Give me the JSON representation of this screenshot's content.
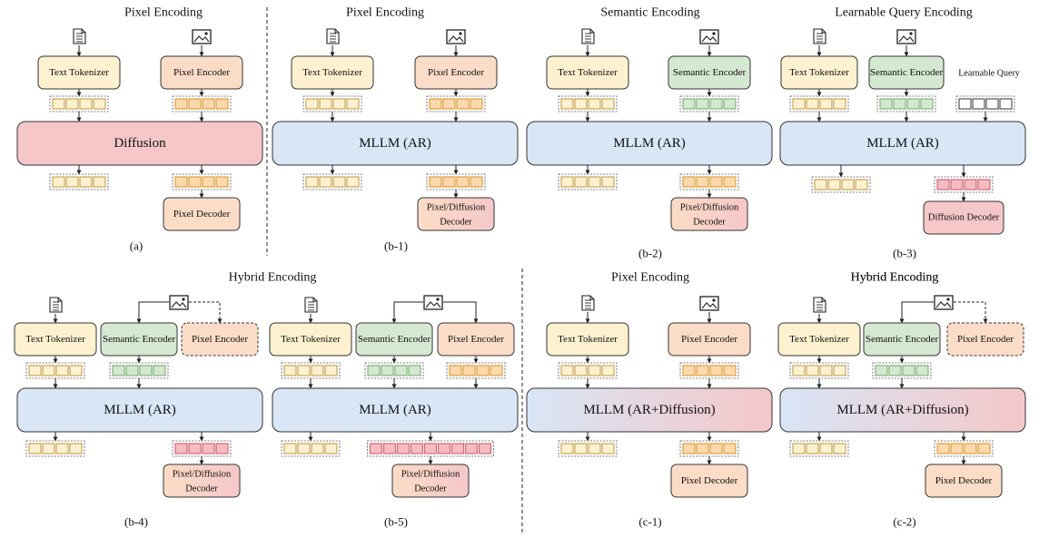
{
  "colors": {
    "text_box": "#fdf1cf",
    "pixel_box": "#fbdcc6",
    "semantic_box": "#d5e8d1",
    "mllm_box": "#d8e6f6",
    "diffusion_box": "#f5c7c9",
    "pixel_diffusion_box": "#f5c7c9",
    "stroke": "#333333",
    "token_yellow": "#fdf1cf",
    "token_orange": "#fbd9ad",
    "token_green": "#d3e8cf",
    "token_pink": "#f5bcc1",
    "token_white": "#ffffff"
  },
  "icons": {
    "text": "document-icon",
    "image": "image-icon"
  },
  "panels": [
    {
      "id": "a",
      "title": "Pixel Encoding",
      "caption": "(a)",
      "encoders": [
        {
          "id": "a-text-tokenizer",
          "label": "Text Tokenizer",
          "style": "text"
        },
        {
          "id": "a-pixel-encoder",
          "label": "Pixel Encoder",
          "style": "pixel"
        }
      ],
      "core": {
        "label": "Diffusion",
        "style": "diffusion"
      },
      "decoder": {
        "label": "Pixel Decoder",
        "style": "pixel"
      }
    },
    {
      "id": "b-1",
      "title": "Pixel Encoding",
      "caption": "(b-1)",
      "encoders": [
        {
          "id": "b1-text-tokenizer",
          "label": "Text Tokenizer",
          "style": "text"
        },
        {
          "id": "b1-pixel-encoder",
          "label": "Pixel Encoder",
          "style": "pixel"
        }
      ],
      "core": {
        "label": "MLLM (AR)",
        "style": "mllm"
      },
      "decoder": {
        "label_lines": [
          "Pixel/Diffusion",
          "Decoder"
        ],
        "style": "pixel-diffusion"
      }
    },
    {
      "id": "b-2",
      "title": "Semantic Encoding",
      "caption": "(b-2)",
      "encoders": [
        {
          "id": "b2-text-tokenizer",
          "label": "Text Tokenizer",
          "style": "text"
        },
        {
          "id": "b2-semantic-encoder",
          "label": "Semantic Encoder",
          "style": "semantic"
        }
      ],
      "core": {
        "label": "MLLM (AR)",
        "style": "mllm"
      },
      "decoder": {
        "label_lines": [
          "Pixel/Diffusion",
          "Decoder"
        ],
        "style": "pixel-diffusion"
      }
    },
    {
      "id": "b-3",
      "title": "Learnable Query Encoding",
      "caption": "(b-3)",
      "encoders": [
        {
          "id": "b3-text-tokenizer",
          "label": "Text Tokenizer",
          "style": "text"
        },
        {
          "id": "b3-semantic-encoder",
          "label": "Semantic Encoder",
          "style": "semantic"
        }
      ],
      "learnable_query": "Learnable Query",
      "core": {
        "label": "MLLM (AR)",
        "style": "mllm"
      },
      "decoder": {
        "label": "Diffusion Decoder",
        "style": "diffusion"
      }
    },
    {
      "id": "b-4",
      "caption": "(b-4)",
      "encoders": [
        {
          "id": "b4-text-tokenizer",
          "label": "Text Tokenizer",
          "style": "text"
        },
        {
          "id": "b4-semantic-encoder",
          "label": "Semantic Encoder",
          "style": "semantic"
        },
        {
          "id": "b4-pixel-encoder",
          "label": "Pixel Encoder",
          "style": "pixel"
        }
      ],
      "core": {
        "label": "MLLM (AR)",
        "style": "mllm"
      },
      "decoder": {
        "label_lines": [
          "Pixel/Diffusion",
          "Decoder"
        ],
        "style": "pixel-diffusion"
      }
    },
    {
      "id": "b-5",
      "caption": "(b-5)",
      "encoders": [
        {
          "id": "b5-text-tokenizer",
          "label": "Text Tokenizer",
          "style": "text"
        },
        {
          "id": "b5-semantic-encoder",
          "label": "Semantic Encoder",
          "style": "semantic"
        },
        {
          "id": "b5-pixel-encoder",
          "label": "Pixel Encoder",
          "style": "pixel"
        }
      ],
      "core": {
        "label": "MLLM (AR)",
        "style": "mllm"
      },
      "decoder": {
        "label_lines": [
          "Pixel/Diffusion",
          "Decoder"
        ],
        "style": "pixel-diffusion"
      }
    },
    {
      "id": "c-1",
      "title": "Pixel Encoding",
      "caption": "(c-1)",
      "encoders": [
        {
          "id": "c1-text-tokenizer",
          "label": "Text Tokenizer",
          "style": "text"
        },
        {
          "id": "c1-pixel-encoder",
          "label": "Pixel Encoder",
          "style": "pixel"
        }
      ],
      "core": {
        "label": "MLLM (AR+Diffusion)",
        "style": "mllm-diffusion"
      },
      "decoder": {
        "label": "Pixel Decoder",
        "style": "pixel"
      }
    },
    {
      "id": "c-2",
      "title": "Hybrid Encoding",
      "caption": "(c-2)",
      "encoders": [
        {
          "id": "c2-text-tokenizer",
          "label": "Text Tokenizer",
          "style": "text"
        },
        {
          "id": "c2-semantic-encoder",
          "label": "Semantic Encoder",
          "style": "semantic"
        },
        {
          "id": "c2-pixel-encoder",
          "label": "Pixel Encoder",
          "style": "pixel"
        }
      ],
      "core": {
        "label": "MLLM (AR+Diffusion)",
        "style": "mllm-diffusion"
      },
      "decoder": {
        "label": "Pixel Decoder",
        "style": "pixel"
      }
    }
  ],
  "shared_titles": {
    "b45": "Hybrid Encoding"
  }
}
